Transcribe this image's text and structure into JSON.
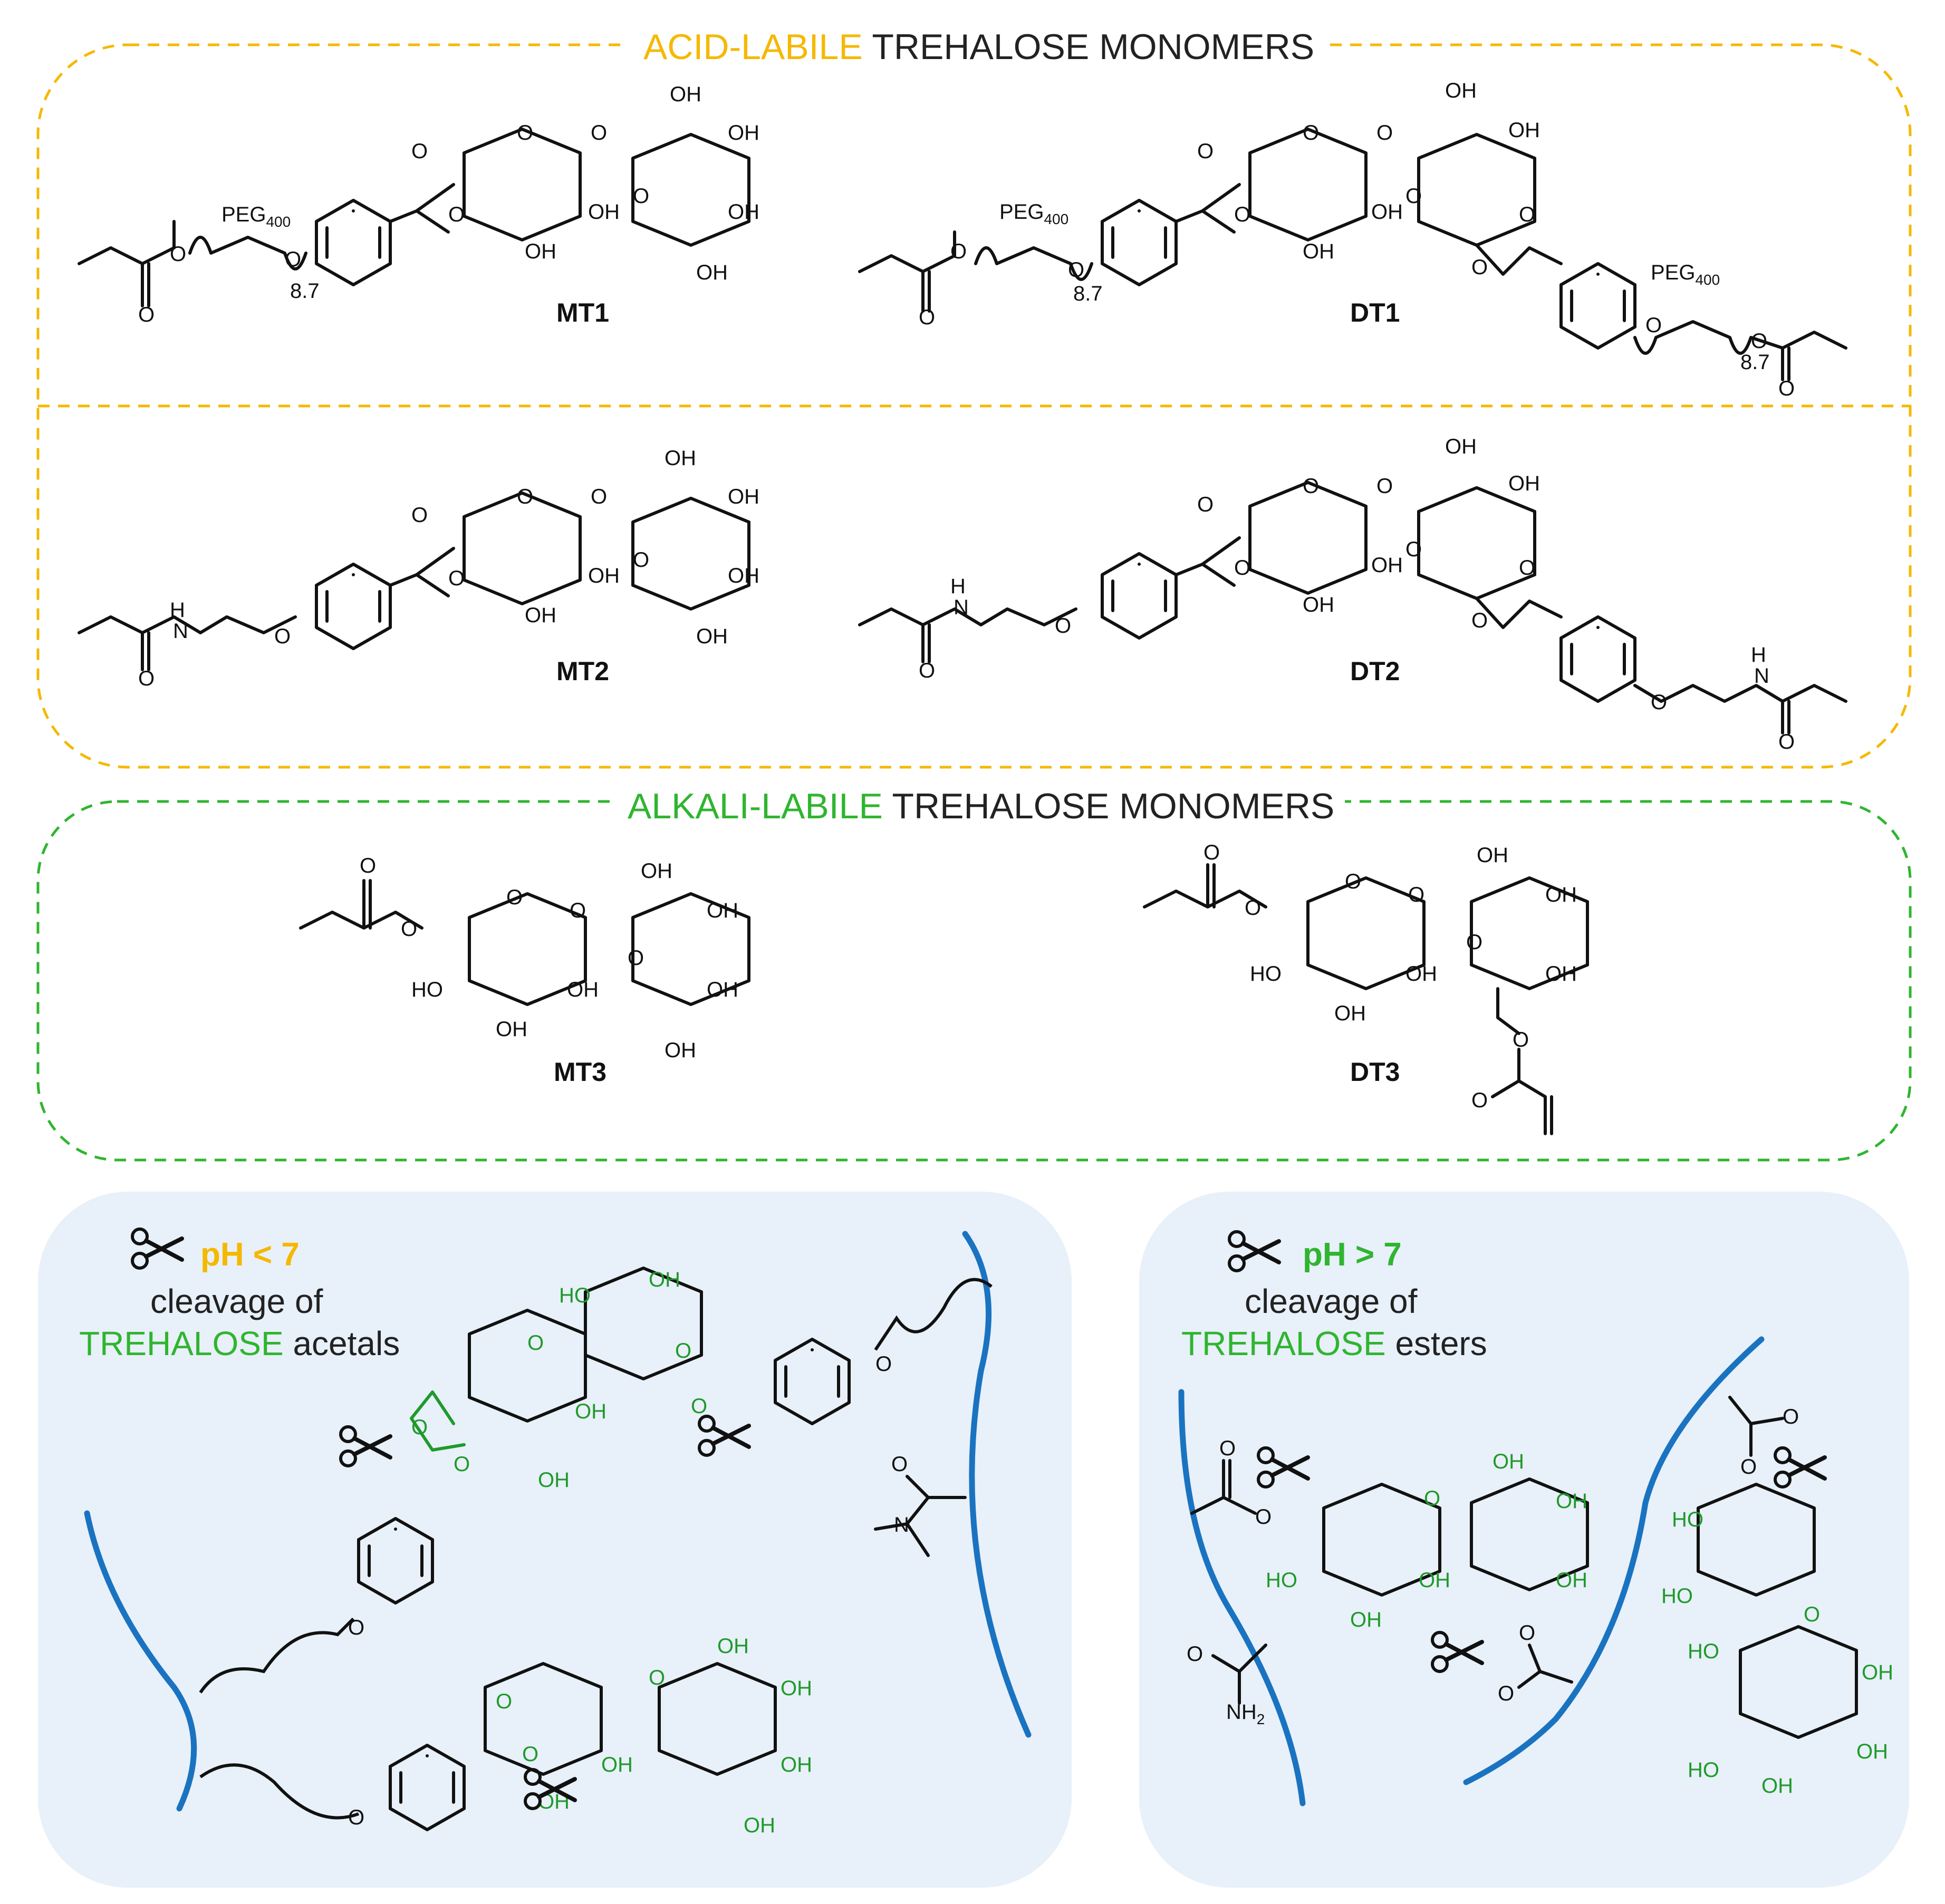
{
  "colors": {
    "acid": "#f5b800",
    "alkali": "#2fb52f",
    "chain": "#1a73c0",
    "panel": "#e8f0f9",
    "sugar": "#1f9a2a"
  },
  "acid_section": {
    "highlight": "ACID-LABILE",
    "rest": " TREHALOSE MONOMERS"
  },
  "alkali_section": {
    "highlight": "ALKALI-LABILE",
    "rest": " TREHALOSE MONOMERS"
  },
  "compounds": {
    "mt1": "MT1",
    "dt1": "DT1",
    "mt2": "MT2",
    "dt2": "DT2",
    "mt3": "MT3",
    "dt3": "DT3"
  },
  "atoms": {
    "oh": "OH",
    "ho": "HO",
    "o": "O",
    "nh": "H",
    "n": "N",
    "peg": "PEG",
    "peg_sub": "400",
    "rep": "8.7",
    "nh2": "NH",
    "nh2_sub": "2"
  },
  "panels": {
    "acid": {
      "condition": "pH < 7",
      "line1": "cleavage of",
      "line2_hl": "TREHALOSE",
      "line2_rest": " acetals"
    },
    "alkali": {
      "condition": "pH > 7",
      "line1": "cleavage of",
      "line2_hl": "TREHALOSE",
      "line2_rest": " esters"
    }
  }
}
